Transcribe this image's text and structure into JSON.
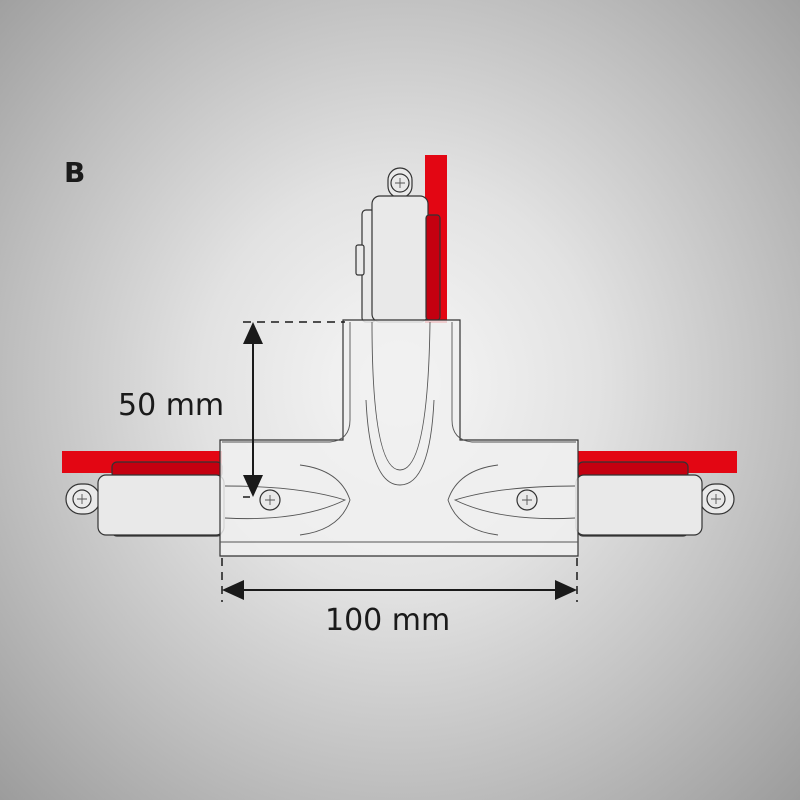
{
  "panel_label": "B",
  "dimensions": {
    "height_label": "50 mm",
    "width_label": "100 mm"
  },
  "colors": {
    "track": "#e30613",
    "line": "#1a1a1a"
  }
}
